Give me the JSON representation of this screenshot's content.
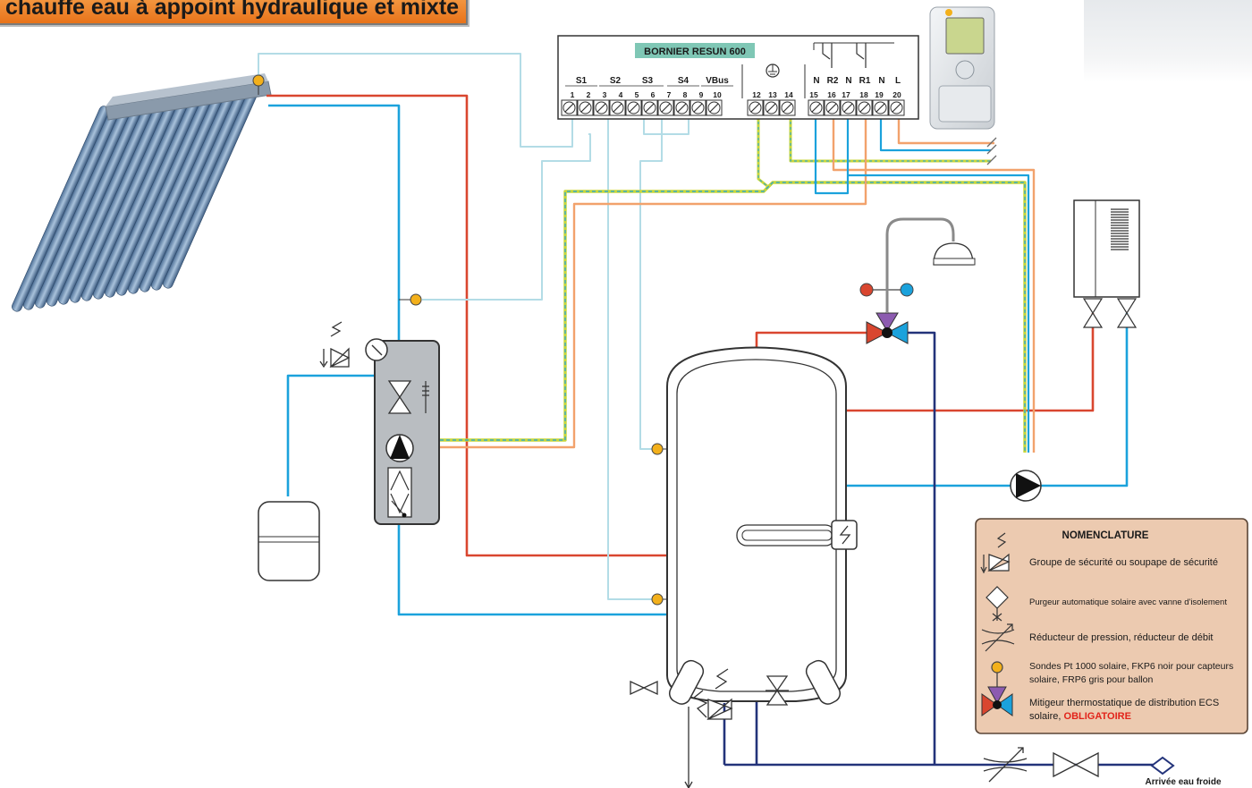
{
  "title": "chauffe eau à appoint hydraulique et mixte",
  "terminal_block": {
    "title": "BORNIER RESUN 600",
    "groups": [
      "S1",
      "S2",
      "S3",
      "S4",
      "VBus"
    ],
    "relay_labels": [
      "N",
      "R2",
      "N",
      "R1",
      "N",
      "L"
    ],
    "numbers": [
      "1",
      "2",
      "3",
      "4",
      "5",
      "6",
      "7",
      "8",
      "9",
      "10",
      "12",
      "13",
      "14",
      "15",
      "16",
      "17",
      "18",
      "19",
      "20"
    ]
  },
  "nomenclature": {
    "title": "NOMENCLATURE",
    "items": [
      {
        "icon": "safety-valve-icon",
        "text": [
          "Groupe de sécurité ou soupape de sécurité"
        ]
      },
      {
        "icon": "air-vent-icon",
        "text": [
          "Purgeur automatique solaire avec vanne d'isolement"
        ]
      },
      {
        "icon": "pressure-reducer-icon",
        "text": [
          "Réducteur de pression, réducteur de débit"
        ]
      },
      {
        "icon": "sensor-icon",
        "text": [
          "Sondes Pt 1000 solaire, FKP6 noir pour capteurs",
          "solaire, FRP6 gris pour ballon"
        ]
      },
      {
        "icon": "mixing-valve-icon",
        "text": [
          "Mitigeur thermostatique de distribution ECS",
          "solaire,"
        ],
        "highlight": "OBLIGATOIRE"
      }
    ],
    "highlight_color": "#e2231a"
  },
  "labels": {
    "cold_water_inlet": "Arrivée eau froide"
  },
  "colors": {
    "hot": "#d9462f",
    "cold": "#1ba2dc",
    "dark_blue": "#23337a",
    "sensor_wire": "#b3dce6",
    "orange_wire": "#f2a26c",
    "earth_wire": "#c7d63a",
    "sensor": "#f3b01b",
    "nomenclature_bg": "#eccab0"
  }
}
